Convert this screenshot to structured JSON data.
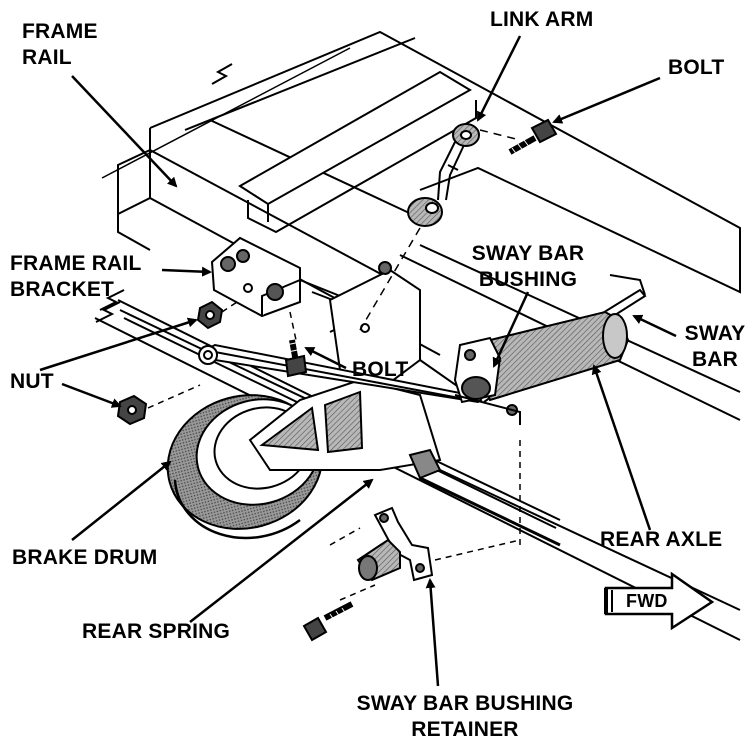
{
  "labels": {
    "frame_rail_1": "FRAME",
    "frame_rail_2": "RAIL",
    "link_arm": "LINK ARM",
    "bolt_top": "BOLT",
    "frame_rail_bracket_1": "FRAME RAIL",
    "frame_rail_bracket_2": "BRACKET",
    "sway_bar_bushing_1": "SWAY BAR",
    "sway_bar_bushing_2": "BUSHING",
    "sway_bar_1": "SWAY",
    "sway_bar_2": "BAR",
    "nut": "NUT",
    "bolt_mid": "BOLT",
    "brake_drum": "BRAKE DRUM",
    "rear_axle": "REAR AXLE",
    "rear_spring": "REAR SPRING",
    "retainer_1": "SWAY BAR BUSHING",
    "retainer_2": "RETAINER",
    "fwd": "FWD"
  },
  "icons": {
    "fwd_arrow": "fwd-arrow-icon"
  },
  "colors": {
    "ink": "#000000",
    "paper": "#ffffff",
    "shade": "#8a8a8a"
  }
}
